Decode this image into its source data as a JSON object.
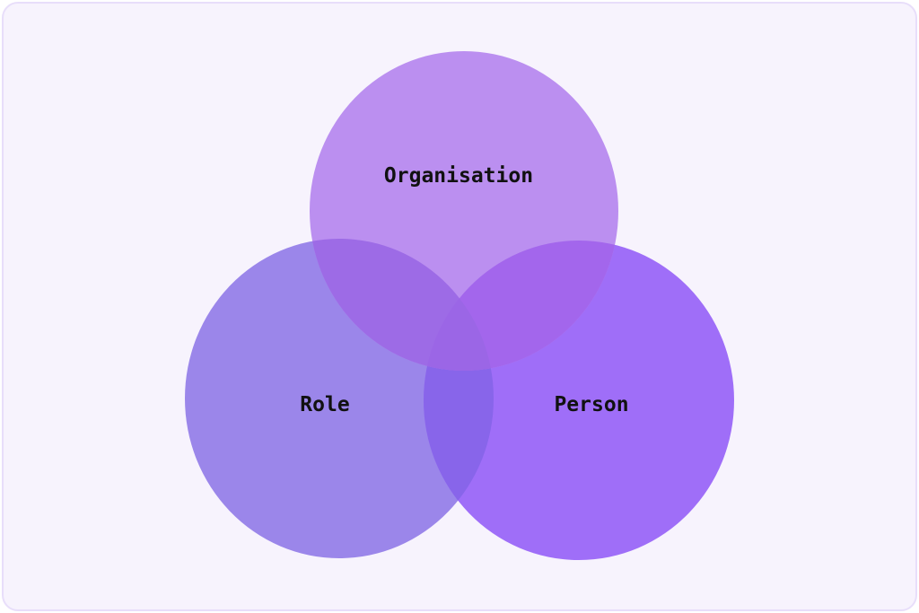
{
  "diagram": {
    "type": "venn",
    "sets": [
      {
        "label": "Organisation",
        "color": "#bb8ff0"
      },
      {
        "label": "Role",
        "color": "#9b86ea"
      },
      {
        "label": "Person",
        "color": "#9f6ef8"
      }
    ],
    "overlap_colors": {
      "role_person": "#8865ea",
      "organisation_role": "#9d6be6",
      "organisation_person": "#a366ec",
      "all": "#9b66e6"
    }
  }
}
